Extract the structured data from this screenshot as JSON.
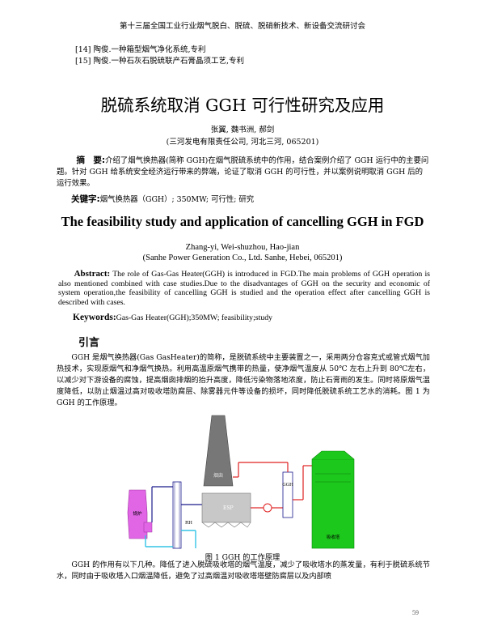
{
  "header": {
    "text": "第十三届全国工业行业烟气脱白、脱硫、脱硝新技术、新设备交流研讨会"
  },
  "references": [
    "[14] 陶俊.一种箱型烟气净化系统,专利",
    "[15] 陶俊.一种石灰石脱硫联产石膏晶须工艺,专利"
  ],
  "cn": {
    "title": "脱硫系统取消 GGH 可行性研究及应用",
    "authors": "张翼, 魏书洲, 郝剑",
    "affiliation": "(三河发电有限责任公司, 河北三河, 065201)",
    "abstract_label": "摘　要:",
    "abstract": "介绍了烟气换热器(简称 GGH)在烟气脱硫系统中的作用，结合案例介绍了 GGH 运行中的主要问题。针对 GGH 给系统安全经济运行带来的弊端，论证了取消 GGH 的可行性，并以案例说明取消 GGH 后的运行效果。",
    "keywords_label": "关键字:",
    "keywords": "烟气换热器（GGH）; 350MW; 可行性; 研究"
  },
  "en": {
    "title": "The feasibility study and application of cancelling GGH in FGD",
    "authors": "Zhang-yi, Wei-shuzhou, Hao-jian",
    "affiliation": "(Sanhe Power Generation Co., Ltd. Sanhe, Hebei, 065201)",
    "abstract_label": "Abstract:",
    "abstract": " The role of Gas-Gas Heater(GGH) is introduced in FGD.The main problems of GGH operation is also mentioned combined with case studies.Due to the disadvantages of GGH on the security and economic of system operation,the feasibility of cancelling GGH is studied and the operation effect after cancelling GGH is described with cases.",
    "keywords_label": "Keywords:",
    "keywords": "Gas-Gas Heater(GGH);350MW; feasibility;study"
  },
  "section": {
    "title": "引言"
  },
  "body1": "GGH 是烟气换热器(Gas GasHeater)的简称，是脱硫系统中主要装置之一，采用两分仓容克式或管式烟气加热技术，实现原烟气和净烟气换热。利用高温原烟气携带的热量，使净烟气温度从 50℃ 左右上升到 80℃左右，以减少对下游设备的腐蚀，提高烟囱排烟的抬升高度，降低污染物落地浓度，防止石膏雨的发生。同时将原烟气温度降低，以防止烟温过高对吸收塔防腐层、除雾器元件等设备的损坏，同时降低脱硫系统工艺水的消耗。图 1 为 GGH 的工作原理。",
  "figure": {
    "caption": "图 1 GGH 的工作原理",
    "labels": {
      "chimney": "烟囱",
      "boiler": "锅炉",
      "rh": "RH",
      "esp": "ESP",
      "ggh": "GGH",
      "tower": "吸收塔"
    }
  },
  "body2": "GGH 的作用有以下几种。降低了进入脱硫吸收塔的烟气温度，减少了吸收塔水的蒸发量，有利于脱硫系统节水，同时由于吸收塔入口烟温降低，避免了过高烟温对吸收塔塔壁防腐层以及内部喷",
  "page_number": "59"
}
